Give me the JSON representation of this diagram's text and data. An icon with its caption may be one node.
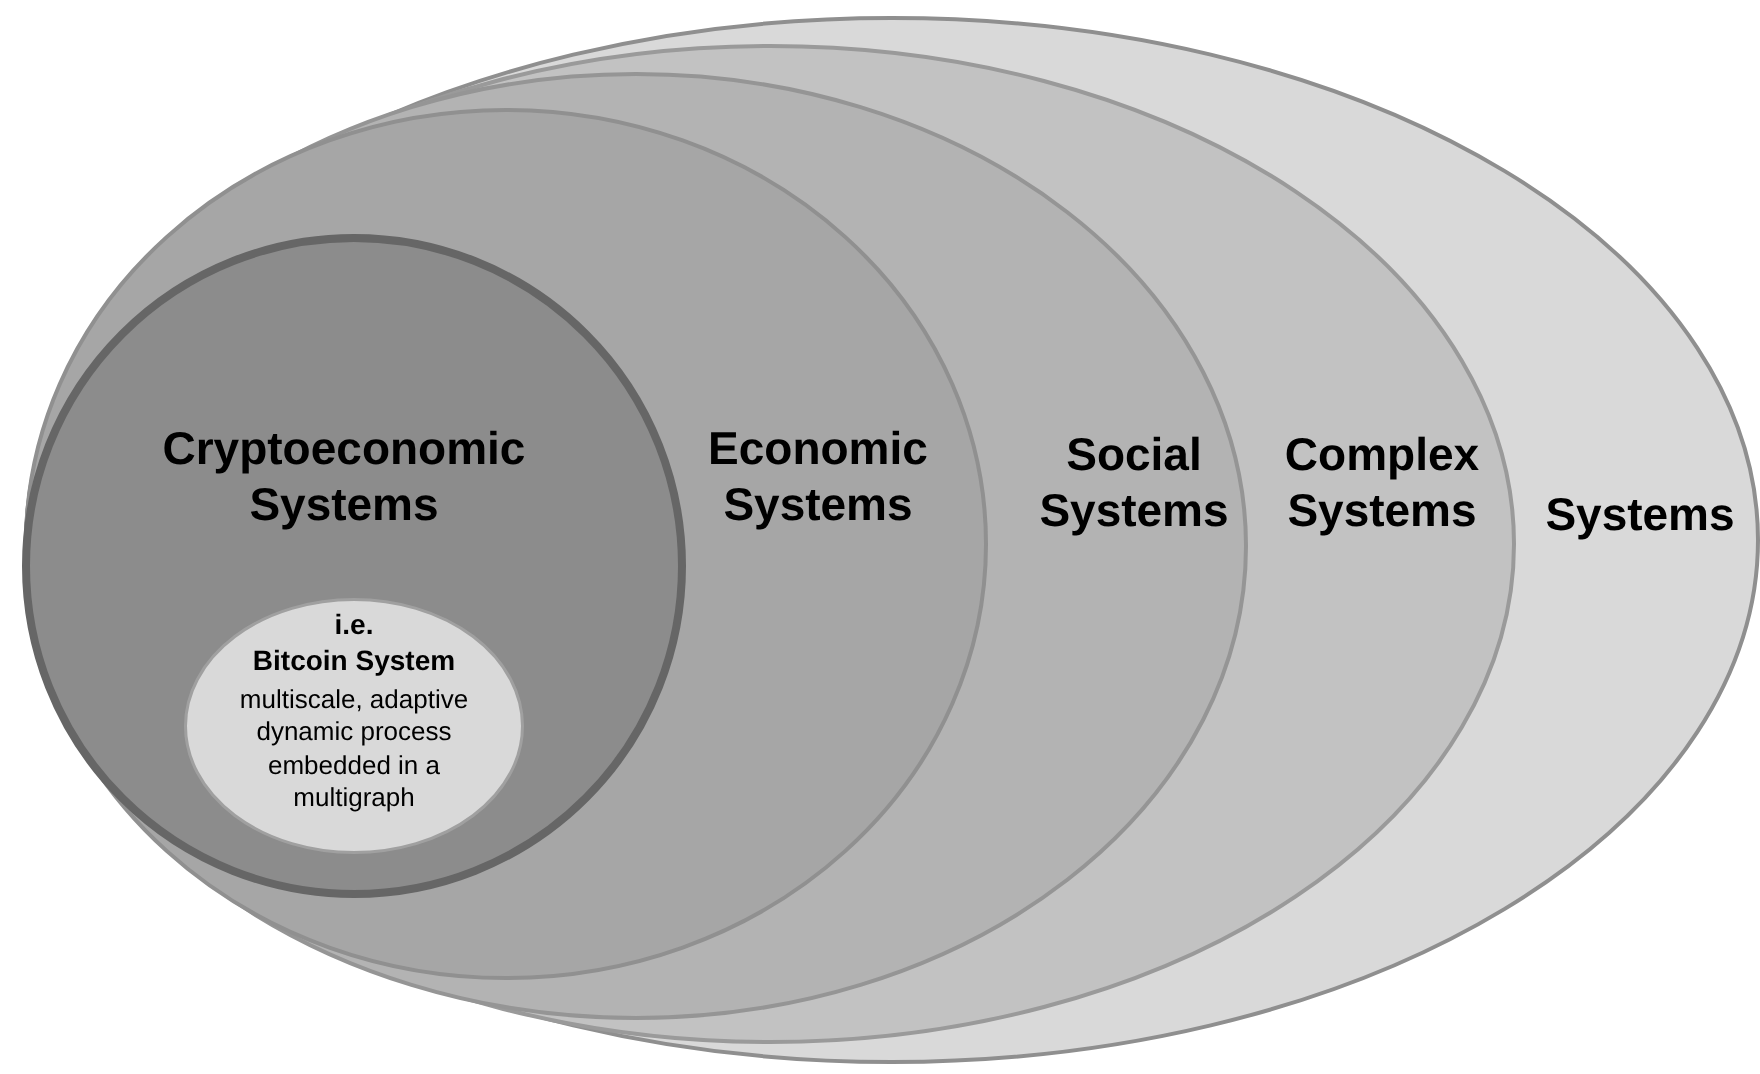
{
  "diagram": {
    "nodes": [
      {
        "text": [
          "Systems"
        ]
      },
      {
        "text": [
          "Complex Systems"
        ],
        "in": 0
      },
      {
        "text": [
          "Social Systems"
        ],
        "in": 1
      },
      {
        "text": [
          "Economic Systems"
        ],
        "in": 2
      },
      {
        "text": [
          "Cryptoeconomic Systems"
        ],
        "in": 3
      },
      {
        "text": [
          "i.e.",
          "Bitcoin System",
          "multiscale, adaptive dynamic process embedded in a multigraph"
        ],
        "in": 4
      }
    ]
  }
}
